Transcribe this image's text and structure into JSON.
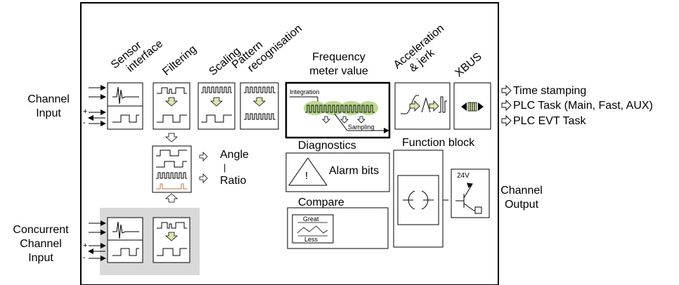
{
  "left_labels": {
    "channel_input": [
      "Channel",
      "Input"
    ],
    "concurrent_input": [
      "Concurrent",
      "Channel",
      "Input"
    ]
  },
  "headers": {
    "sensor_interface": [
      "Sensor",
      "interface"
    ],
    "filtering": "Filtering",
    "scaling": "Scaling",
    "pattern_recognition": [
      "Pattern",
      "recognisation"
    ],
    "frequency_meter": [
      "Frequency",
      "meter value"
    ],
    "acceleration_jerk": [
      "Acceleration",
      "& jerk"
    ],
    "xbus": "XBUS"
  },
  "frequency_box": {
    "integration": "Integration",
    "sampling": "Sampling"
  },
  "angle_ratio": {
    "angle": "Angle",
    "separator": "|",
    "ratio": "Ratio"
  },
  "diagnostics": {
    "title": "Diagnostics",
    "alarm": "Alarm bits",
    "alarm_symbol": "!"
  },
  "compare": {
    "title": "Compare",
    "great": "Great",
    "less": "Less"
  },
  "function_block": {
    "title": "Function block",
    "voltage": "24V"
  },
  "channel_output": [
    "Channel",
    "Output"
  ],
  "outputs": [
    "Time stamping",
    "PLC Task (Main, Fast, AUX)",
    "PLC EVT Task"
  ],
  "icons": {
    "output_arrow": "hollow-right-arrow-icon",
    "down_arrow": "hollow-down-arrow-icon",
    "up_arrow": "hollow-up-arrow-icon"
  },
  "colors": {
    "highlight": "#b9d98c",
    "panel_gray": "#d9d9d9",
    "pulse_orange": "#c87533"
  },
  "input_signs": {
    "plus": "+",
    "minus": "-"
  }
}
